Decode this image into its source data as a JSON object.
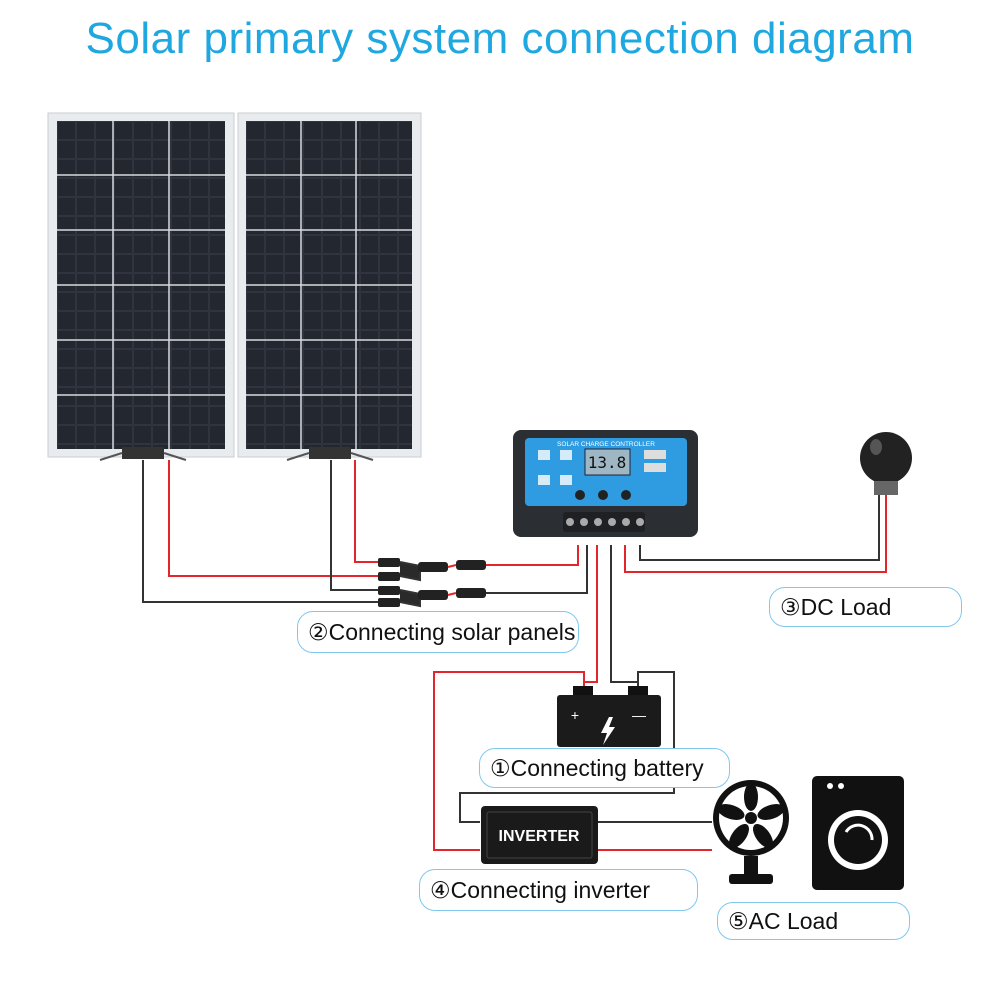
{
  "title": "Solar primary system connection diagram",
  "controller": {
    "header": "SOLAR CHARGE CONTROLLER",
    "display": "13.8"
  },
  "battery": {
    "plus": "+",
    "minus": "—"
  },
  "inverter": {
    "label": "INVERTER"
  },
  "labels": {
    "battery": "①Connecting battery",
    "solar": "②Connecting solar panels",
    "dc_load": "③DC Load",
    "inverter": "④Connecting inverter",
    "ac_load": "⑤AC Load"
  },
  "colors": {
    "title": "#1fa7e0",
    "wire_red": "#e3262b",
    "wire_black": "#333333",
    "panel": "#1b1e24",
    "label_border": "#7fc8ee",
    "controller_screen": "#2f9be0"
  },
  "icons": [
    "solar-panel-icon",
    "charge-controller-icon",
    "bulb-icon",
    "battery-icon",
    "inverter-icon",
    "fan-icon",
    "washing-machine-icon"
  ]
}
